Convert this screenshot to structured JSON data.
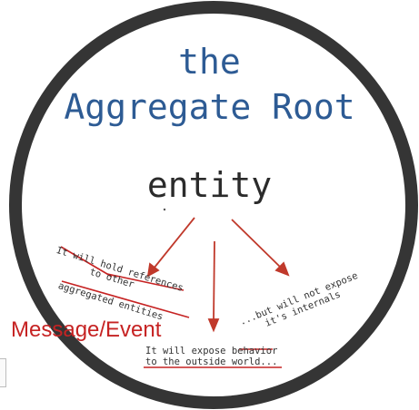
{
  "title": {
    "line1": "the",
    "line2": "Aggregate Root"
  },
  "center_label": "entity",
  "notes": {
    "left_line1": "It will hold references",
    "left_line2": "to other",
    "left_line3": "aggregated entities",
    "right_line1": "...but will not expose",
    "right_line2": "it's internals",
    "bottom_line1": "It will expose behavior",
    "bottom_line2": "to the outside world..."
  },
  "overlay_label": "Message/Event",
  "colors": {
    "circle": "#333333",
    "title": "#2d5b94",
    "arrows": "#c0392b",
    "strike": "#c62323",
    "overlay_text": "#c62323"
  }
}
